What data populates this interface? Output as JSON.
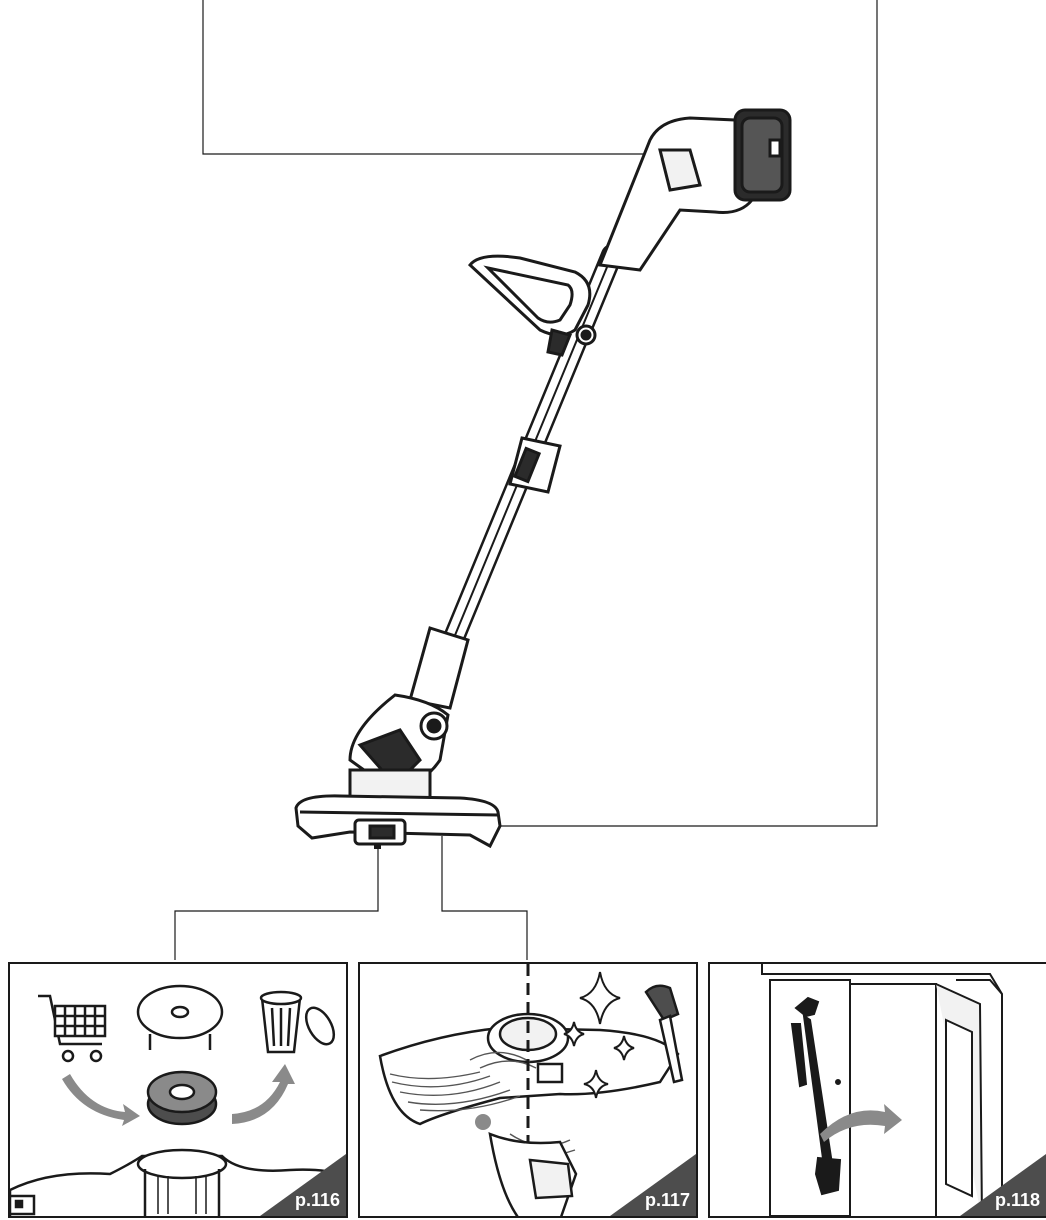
{
  "panels": [
    {
      "id": "spool-replacement",
      "page_ref": "p.116"
    },
    {
      "id": "guard-cleaning",
      "page_ref": "p.117"
    },
    {
      "id": "storage",
      "page_ref": "p.118"
    }
  ],
  "colors": {
    "line": "#1a1a1a",
    "badge": "#4d4d4d",
    "arrow": "#8a8a8a"
  }
}
